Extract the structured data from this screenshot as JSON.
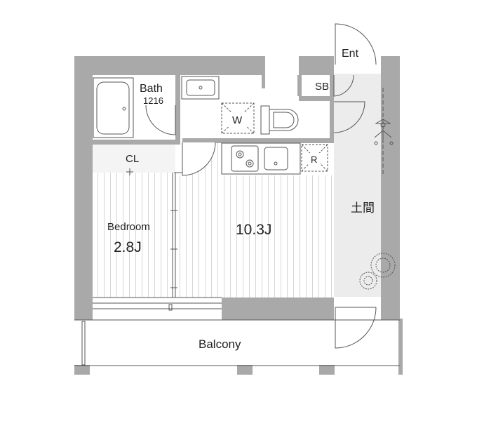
{
  "colors": {
    "wall": "#a9a9a9",
    "floor_hatch": "#d4d4d4",
    "genkan_floor": "#ececec",
    "fixture_stroke": "#555555",
    "text": "#222222"
  },
  "labels": {
    "entrance": "Ent",
    "bath": "Bath",
    "bath_size": "1216",
    "shoe_box": "SB",
    "washer": "W",
    "closet": "CL",
    "refrigerator": "R",
    "bedroom": "Bedroom",
    "bedroom_size": "2.8J",
    "living_size": "10.3J",
    "genkan": "土間",
    "balcony": "Balcony"
  },
  "icons": [
    "bathtub-icon",
    "sink-icon",
    "toilet-icon",
    "stove-icon",
    "washer-space-icon",
    "fridge-space-icon",
    "coat-hanger-icon",
    "plant-icon"
  ]
}
